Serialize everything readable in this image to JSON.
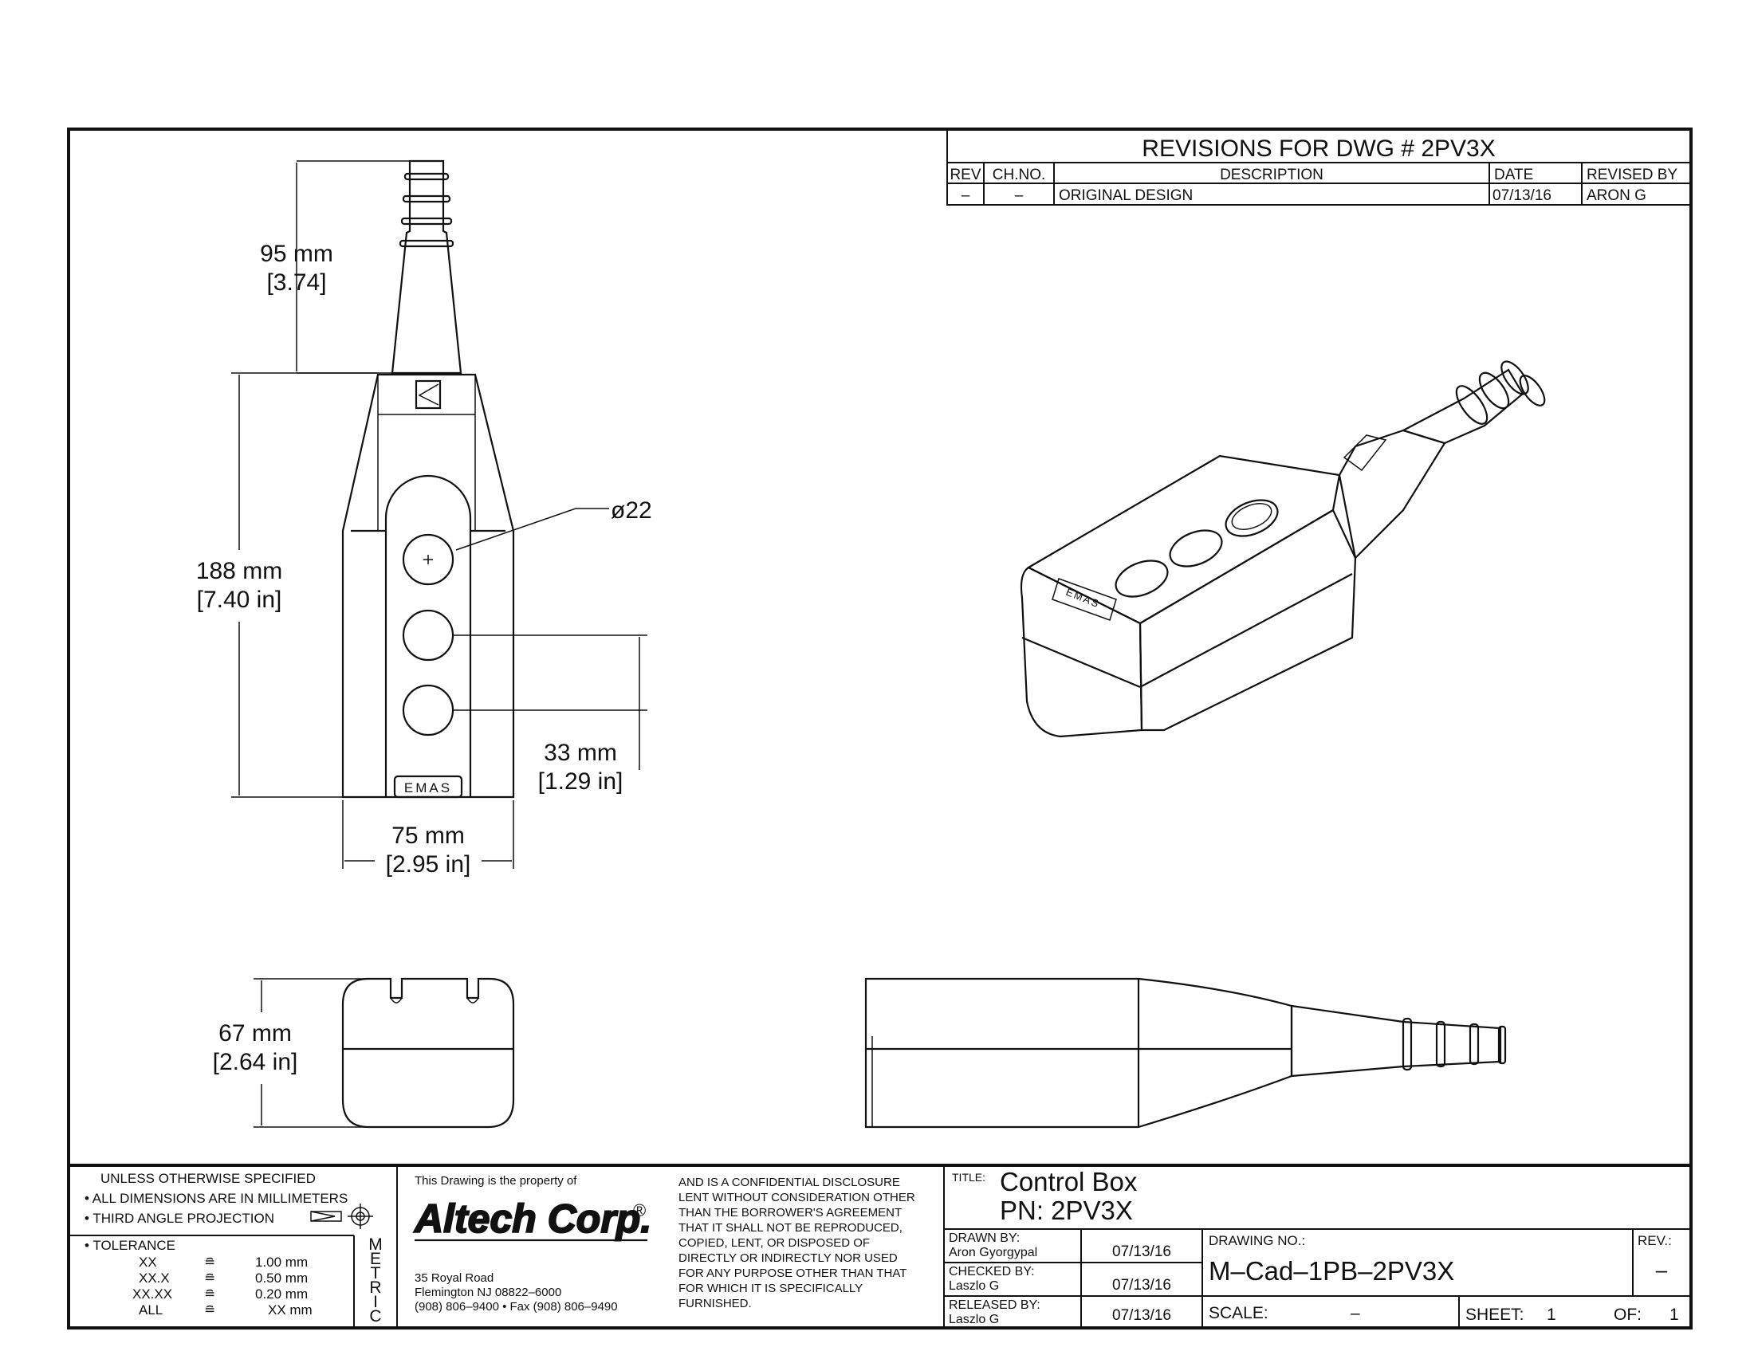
{
  "revisions": {
    "title": "REVISIONS FOR DWG # 2PV3X",
    "headers": {
      "rev": "REV",
      "chno": "CH.NO.",
      "description": "DESCRIPTION",
      "date": "DATE",
      "revised_by": "REVISED BY"
    },
    "rows": [
      {
        "rev": "–",
        "chno": "–",
        "description": "ORIGINAL DESIGN",
        "date": "07/13/16",
        "revised_by": "ARON G"
      }
    ]
  },
  "dimensions": {
    "cable_length": "95 mm",
    "cable_length_in": "[3.74]",
    "body_height": "188 mm",
    "body_height_in": "[7.40 in]",
    "button_diameter": "ø22",
    "button_pitch": "33 mm",
    "button_pitch_in": "[1.29 in]",
    "body_width": "75 mm",
    "body_width_in": "[2.95 in]",
    "depth": "67 mm",
    "depth_in": "[2.64 in]"
  },
  "labels": {
    "front_brand": "EMAS",
    "iso_brand": "EMAS"
  },
  "notes": {
    "unless": "UNLESS OTHERWISE SPECIFIED",
    "mm": "• ALL DIMENSIONS ARE IN MILLIMETERS",
    "projection": "• THIRD ANGLE PROJECTION",
    "tolerance": "• TOLERANCE",
    "tolerances": [
      {
        "fmt": "XX",
        "sym": "≘",
        "val": "1.00 mm"
      },
      {
        "fmt": "XX.X",
        "sym": "≘",
        "val": "0.50 mm"
      },
      {
        "fmt": "XX.XX",
        "sym": "≘",
        "val": "0.20 mm"
      },
      {
        "fmt": "ALL",
        "sym": "≘",
        "val": "XX mm"
      }
    ],
    "metric": [
      "M",
      "E",
      "T",
      "R",
      "I",
      "C"
    ]
  },
  "company": {
    "property": "This Drawing is the property of",
    "name": "Altech Corp.",
    "reg": "®",
    "address1": "35 Royal Road",
    "address2": "Flemington NJ 08822–6000",
    "phone": "(908) 806–9400 • Fax (908) 806–9490",
    "confidential": [
      "AND IS A CONFIDENTIAL DISCLOSURE",
      "LENT WITHOUT CONSIDERATION OTHER",
      "THAN THE BORROWER'S AGREEMENT",
      "THAT IT SHALL NOT BE REPRODUCED,",
      "COPIED, LENT, OR DISPOSED OF",
      "DIRECTLY OR INDIRECTLY NOR USED",
      "FOR ANY PURPOSE OTHER THAN THAT",
      "FOR WHICH IT IS SPECIFICALLY",
      "FURNISHED."
    ]
  },
  "titleblock": {
    "title_label": "TITLE:",
    "title": "Control Box",
    "pn": "PN: 2PV3X",
    "drawn_label": "DRAWN BY:",
    "drawn_by": "Aron Gyorgypal",
    "drawn_date": "07/13/16",
    "checked_label": "CHECKED BY:",
    "checked_by": "Laszlo G",
    "checked_date": "07/13/16",
    "released_label": "RELEASED BY:",
    "released_by": "Laszlo G",
    "released_date": "07/13/16",
    "drawing_no_label": "DRAWING NO.:",
    "drawing_no": "M–Cad–1PB–2PV3X",
    "rev_label": "REV.:",
    "rev": "–",
    "scale_label": "SCALE:",
    "scale": "–",
    "sheet_label": "SHEET:",
    "sheet": "1",
    "of_label": "OF:",
    "of": "1"
  }
}
